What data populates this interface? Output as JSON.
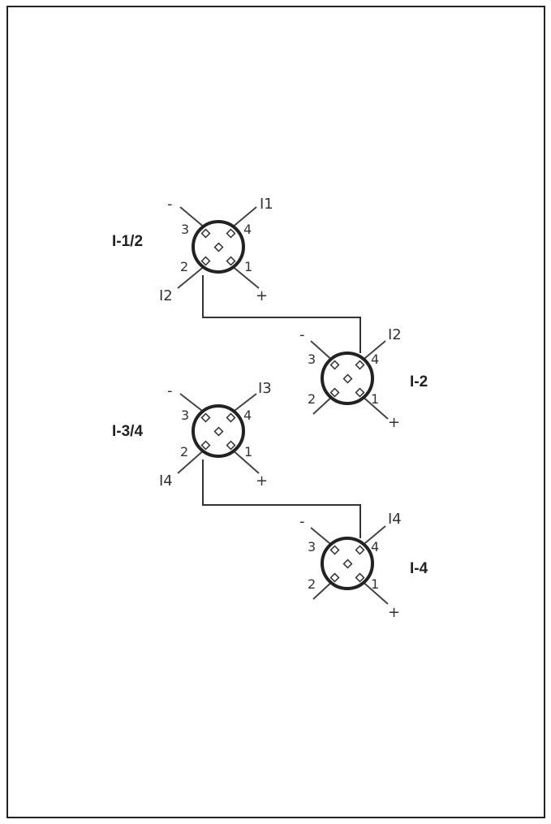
{
  "connectors": [
    {
      "id": "c1",
      "label": "I-1/2",
      "pins": {
        "p3": "3",
        "p4": "4",
        "p2": "2",
        "p1": "1"
      },
      "signals": {
        "top_left": "-",
        "top_right": "I1",
        "bottom_left": "I2",
        "bottom_right": "+"
      }
    },
    {
      "id": "c2",
      "label": "I-2",
      "pins": {
        "p3": "3",
        "p4": "4",
        "p2": "2",
        "p1": "1"
      },
      "signals": {
        "top_left": "-",
        "top_right": "I2",
        "bottom_left": "",
        "bottom_right": "+"
      }
    },
    {
      "id": "c3",
      "label": "I-3/4",
      "pins": {
        "p3": "3",
        "p4": "4",
        "p2": "2",
        "p1": "1"
      },
      "signals": {
        "top_left": "-",
        "top_right": "I3",
        "bottom_left": "I4",
        "bottom_right": "+"
      }
    },
    {
      "id": "c4",
      "label": "I-4",
      "pins": {
        "p3": "3",
        "p4": "4",
        "p2": "2",
        "p1": "1"
      },
      "signals": {
        "top_left": "-",
        "top_right": "I4",
        "bottom_left": "",
        "bottom_right": "+"
      }
    }
  ],
  "colors": {
    "line": "#333333",
    "frame": "#222222",
    "background": "#ffffff"
  }
}
